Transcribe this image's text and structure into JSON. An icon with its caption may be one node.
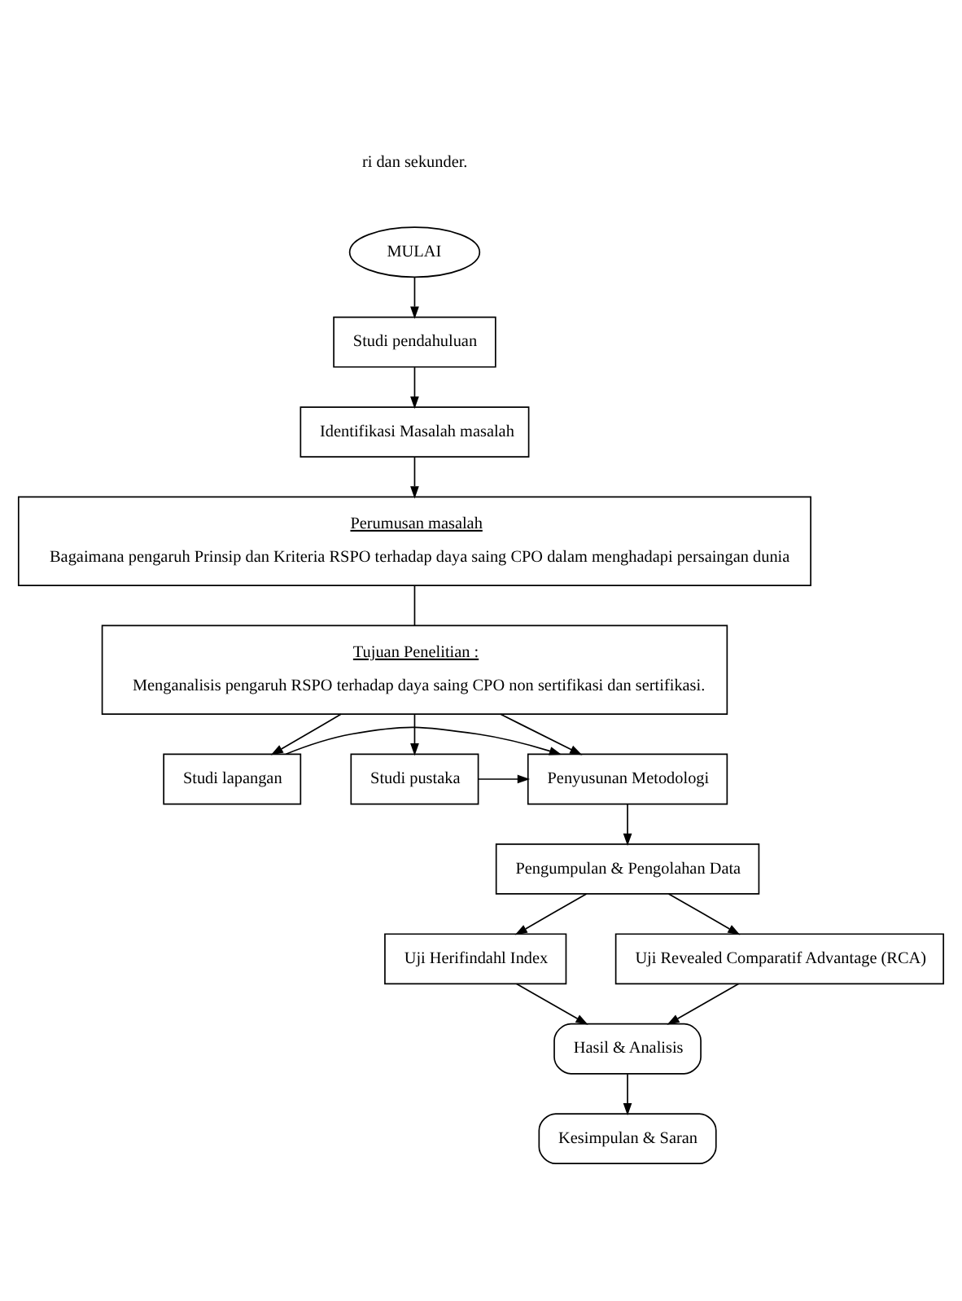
{
  "diagram": {
    "nodes": [
      {
        "text": [
          "MULAI"
        ]
      },
      {
        "text": [
          "Studi pendahuluan"
        ]
      },
      {
        "text": [
          "Identifikasi Masalah masalah"
        ]
      },
      {
        "text": [
          "Perumusan masalah",
          "Bagaimana pengaruh Prinsip dan Kriteria RSPO terhadap daya saing CPO dalam menghadapi persaingan dunia"
        ]
      },
      {
        "text": [
          "Tujuan Penelitian :",
          "Menganalisis pengaruh RSPO terhadap daya saing CPO non sertifikasi dan sertifikasi."
        ]
      },
      {
        "text": [
          "Studi lapangan"
        ]
      },
      {
        "text": [
          "Studi pustaka"
        ]
      },
      {
        "text": [
          "Penyusunan Metodologi"
        ]
      },
      {
        "text": [
          "Pengumpulan & Pengolahan Data"
        ]
      },
      {
        "text": [
          "Uji Herifindahl Index"
        ]
      },
      {
        "text": [
          "Uji Revealed Comparatif Advantage (RCA)"
        ]
      },
      {
        "text": [
          "Hasil & Analisis"
        ]
      },
      {
        "text": [
          "Kesimpulan & Saran"
        ]
      }
    ],
    "edges": [
      {
        "from": 0,
        "to": 1,
        "arrow": "to"
      },
      {
        "from": 1,
        "to": 2,
        "arrow": "to"
      },
      {
        "from": 2,
        "to": 3,
        "arrow": "to"
      },
      {
        "from": 3,
        "to": 4,
        "arrow": "none"
      },
      {
        "from": 4,
        "to": 5,
        "arrow": "to"
      },
      {
        "from": 4,
        "to": 7,
        "arrow": "to"
      },
      {
        "from": 4,
        "to": 6,
        "arrow": "to"
      },
      {
        "from": 5,
        "to": 7,
        "arrow": "to"
      },
      {
        "from": 6,
        "to": 7,
        "arrow": "to"
      },
      {
        "from": 7,
        "to": 8,
        "arrow": "to"
      },
      {
        "from": 8,
        "to": 9,
        "arrow": "to"
      },
      {
        "from": 8,
        "to": 10,
        "arrow": "to"
      },
      {
        "from": 9,
        "to": 11,
        "arrow": "to"
      },
      {
        "from": 10,
        "to": 11,
        "arrow": "to"
      },
      {
        "from": 11,
        "to": 12,
        "arrow": "to"
      }
    ],
    "labels": [
      "ri dan sekunder."
    ]
  }
}
